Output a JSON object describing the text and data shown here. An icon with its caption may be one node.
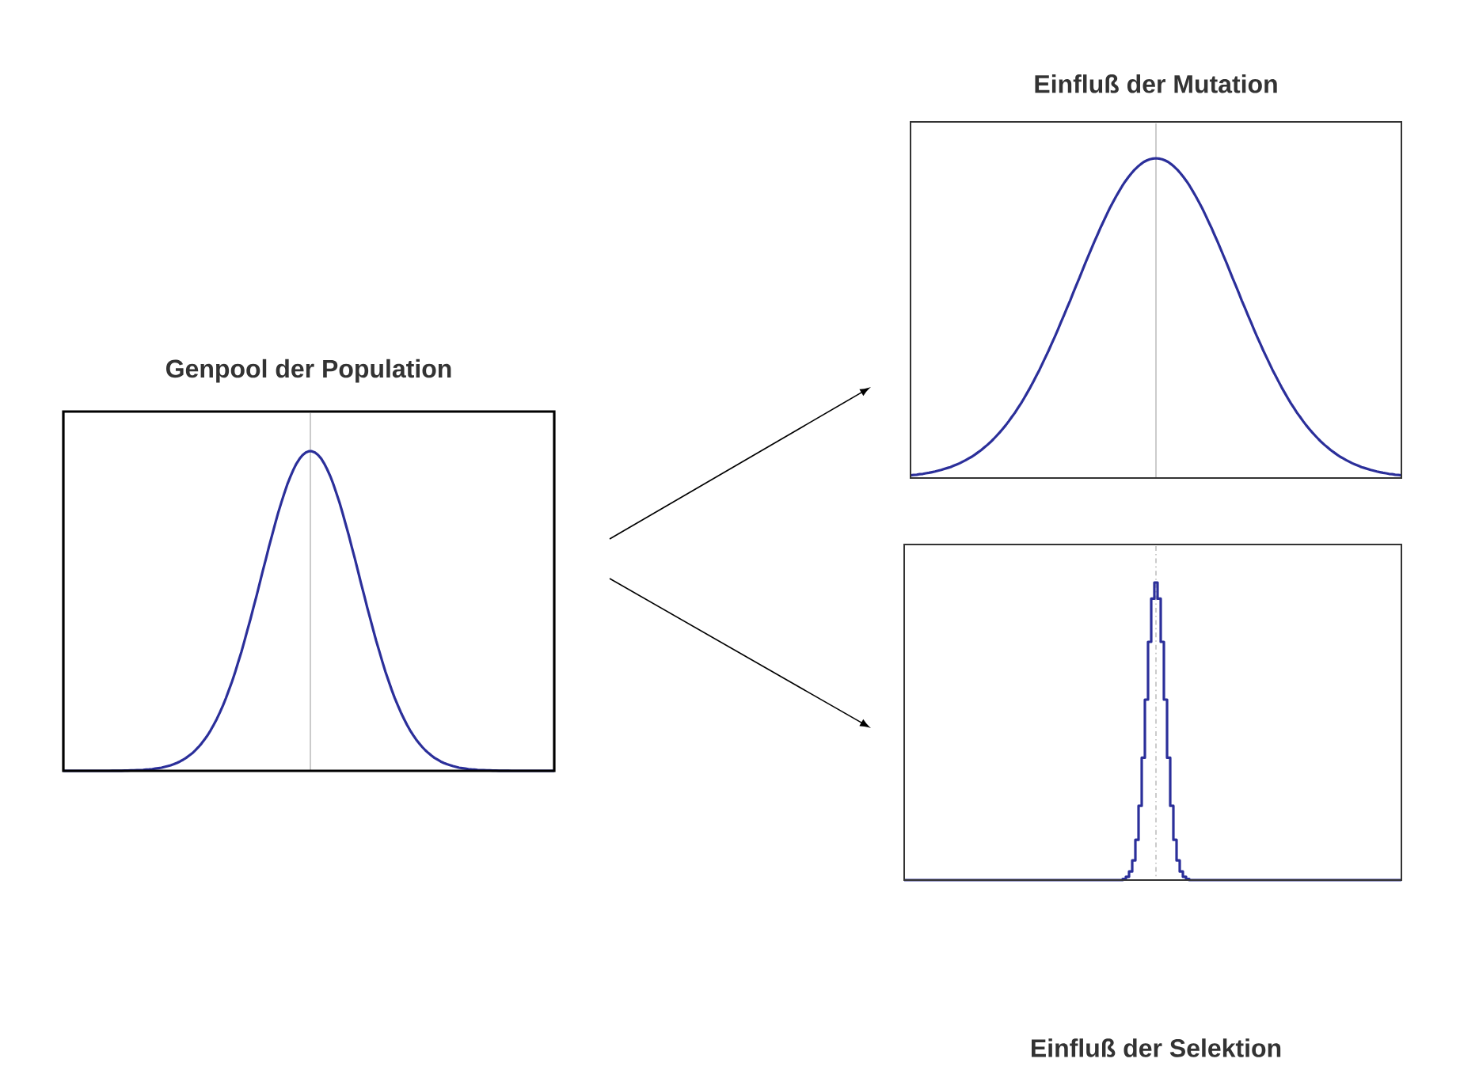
{
  "diagram": {
    "nodes": [
      {
        "text": [
          "Genpool der Population"
        ]
      },
      {
        "text": [
          "Einfluß der Mutation"
        ]
      },
      {
        "text": [],
        "shape": "box"
      }
    ],
    "labels": [
      "Einfluß der Selektion"
    ],
    "edges": [
      {
        "from": 0,
        "to": 1,
        "arrow": "to"
      },
      {
        "from": 0,
        "to": 2,
        "arrow": "to"
      }
    ]
  }
}
